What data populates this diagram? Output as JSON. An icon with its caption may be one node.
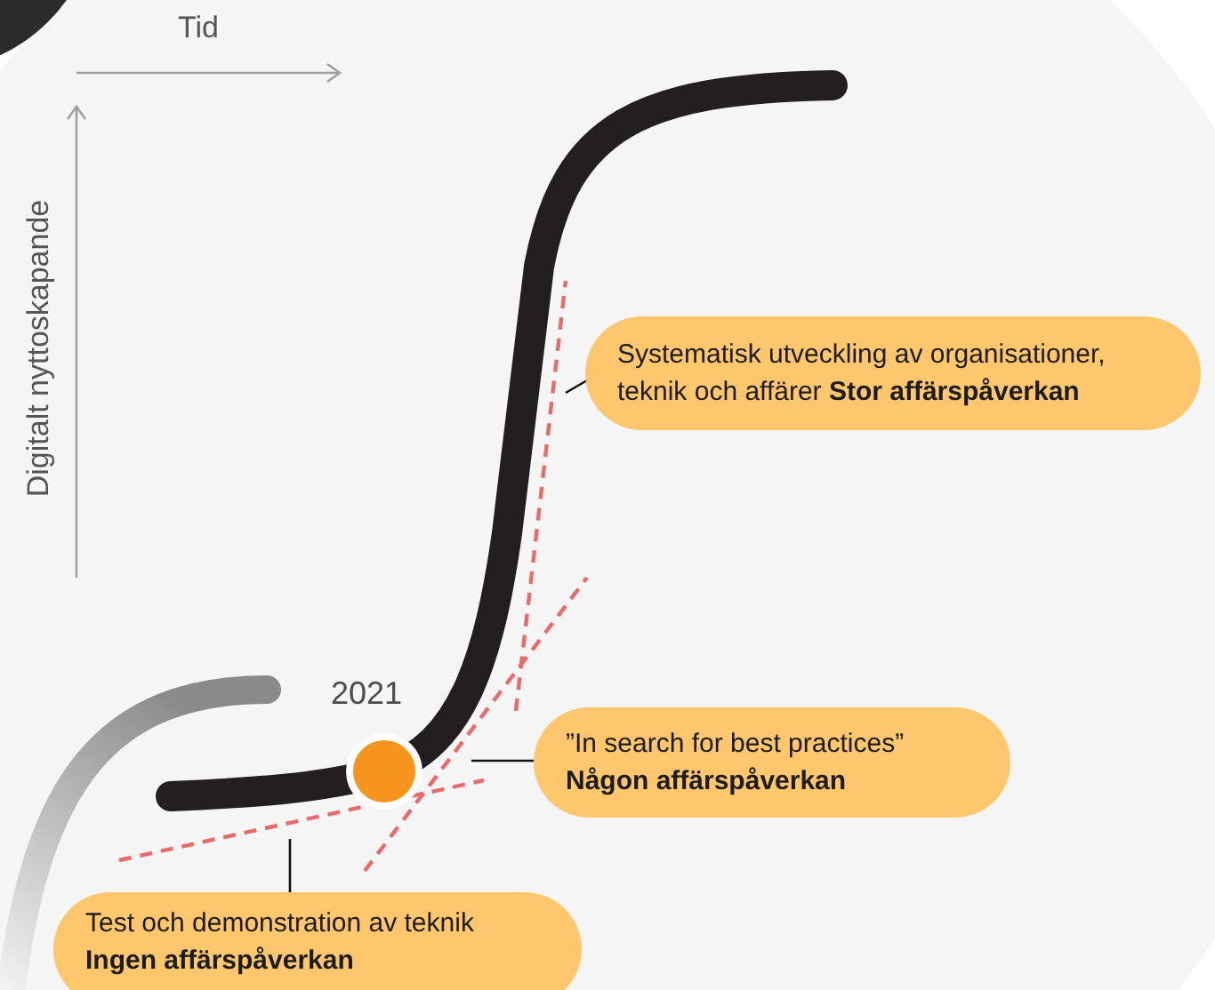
{
  "diagram": {
    "nodes": [
      {
        "text": [
          "Systematisk utveckling av organisationer, teknik och affärer **Stor affärspåverkan**"
        ]
      },
      {
        "text": [
          "”In search for best practices”",
          "Någon affärspåverkan"
        ]
      },
      {
        "text": [
          "Test och demonstration av teknik",
          "Ingen affärspåverkan"
        ]
      },
      {
        "text": [],
        "shape": "circle",
        "beside": [
          "2021"
        ]
      }
    ],
    "edges": [
      {
        "from": 0,
        "to": null,
        "arrow": "none"
      },
      {
        "from": 1,
        "to": null,
        "arrow": "none"
      },
      {
        "from": 2,
        "to": null,
        "arrow": "none"
      }
    ],
    "labels": [
      "Tid",
      "Digitalt nyttoskapande"
    ]
  }
}
